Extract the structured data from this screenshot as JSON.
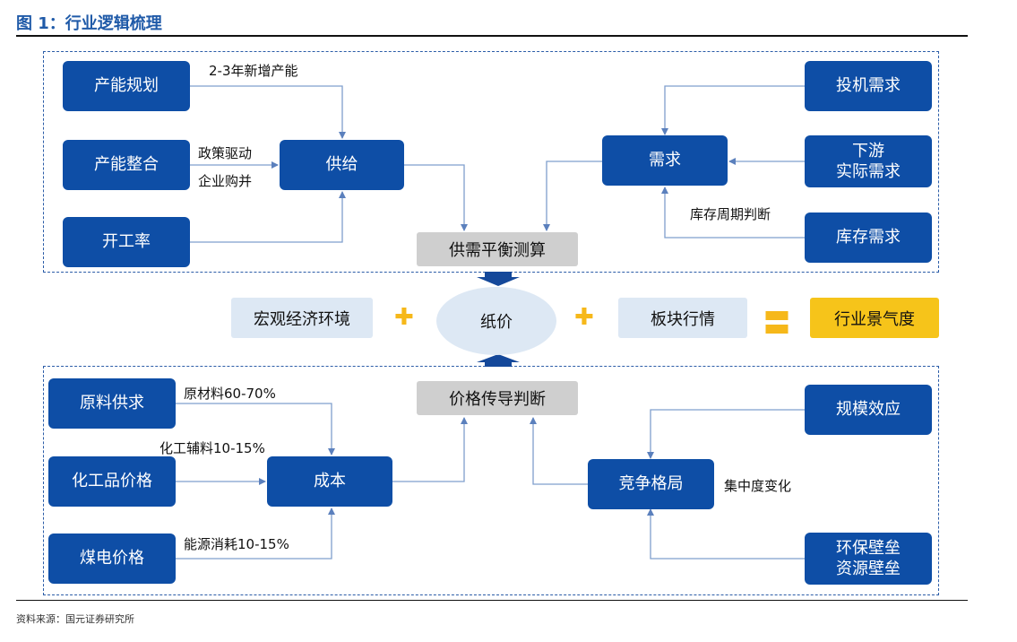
{
  "title": "图 1：行业逻辑梳理",
  "source": "资料来源：国元证券研究所",
  "supply_section": {
    "capacity_plan": "产能规划",
    "capacity_merge": "产能整合",
    "operating_rate": "开工率",
    "supply": "供给",
    "new_capacity_label": "2-3年新增产能",
    "policy_label": "政策驱动",
    "merger_label": "企业购并",
    "demand": "需求",
    "speculative_demand": "投机需求",
    "downstream_demand": "下游\n实际需求",
    "inventory_demand": "库存需求",
    "inventory_cycle_label": "库存周期判断",
    "balance": "供需平衡测算"
  },
  "middle": {
    "macro": "宏观经济环境",
    "plus1": "✚",
    "paper_price": "纸价",
    "plus2": "✚",
    "sector_trend": "板块行情",
    "equals": "〓",
    "industry_boom": "行业景气度"
  },
  "price_section": {
    "raw_material": "原料供求",
    "chemical_price": "化工品价格",
    "coal_power_price": "煤电价格",
    "cost": "成本",
    "raw_material_label": "原材料60-70%",
    "chemical_label": "化工辅料10-15%",
    "energy_label": "能源消耗10-15%",
    "price_transmission": "价格传导判断",
    "scale_effect": "规模效应",
    "competition": "竞争格局",
    "concentration_label": "集中度变化",
    "barriers": "环保壁垒\n资源壁垒"
  },
  "colors": {
    "box_blue": "#0e4ea6",
    "line_blue": "#7f9fcd",
    "accent_yellow": "#f6c41a",
    "gray": "#cfcfcf",
    "light_blue": "#dde8f4"
  }
}
